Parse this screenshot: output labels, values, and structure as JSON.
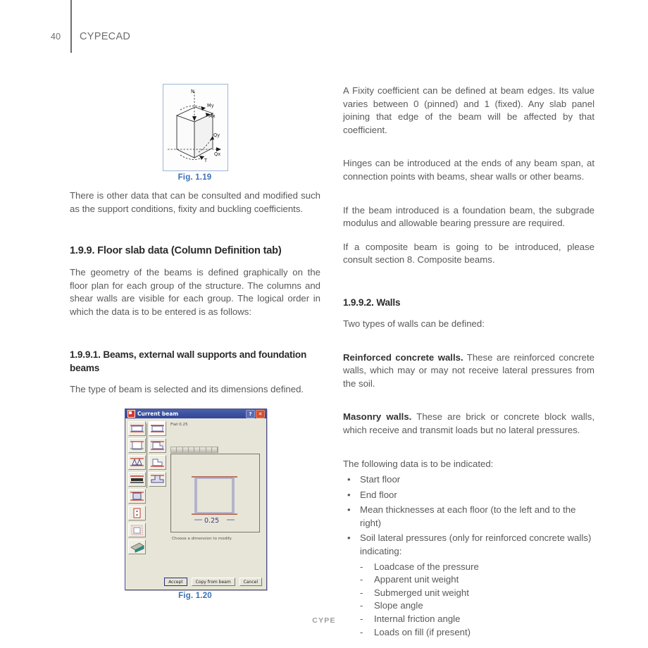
{
  "header": {
    "page_number": "40",
    "title": "CYPECAD"
  },
  "footer": {
    "brand": "CYPE"
  },
  "figures": {
    "fig19": {
      "caption": "Fig. 1.19",
      "labels": {
        "n": "N",
        "my": "My",
        "mx": "Mx",
        "qy": "Qy",
        "qx": "Qx",
        "t": "T"
      }
    },
    "fig20": {
      "caption": "Fig. 1.20"
    }
  },
  "left_column": {
    "para1": "There is other data that can be consulted and modified such as the support conditions, fixity and buckling coefficients.",
    "heading_199": "1.9.9. Floor slab data (Column Definition tab)",
    "para2": "The geometry of the beams is defined graphically on the floor plan for each group of the structure. The columns and shear walls are visible for each group. The logical order in which the data is to be entered is as follows:",
    "heading_1991": "1.9.9.1. Beams, external wall supports and foundation beams",
    "para3": "The type of beam is selected and its dimensions defined."
  },
  "right_column": {
    "para1": "A Fixity coefficient can be defined at beam edges. Its value varies between 0 (pinned) and 1 (fixed). Any slab panel joining that edge of the beam will be affected by that coefficient.",
    "para2": "Hinges can be introduced at the ends of any beam span, at connection points with beams, shear walls or other beams.",
    "para3": "If the beam introduced is a foundation beam, the subgrade modulus and allowable bearing pressure are required.",
    "para4": "If a composite beam is going to be introduced, please consult section 8. Composite beams.",
    "heading_1992": "1.9.9.2. Walls",
    "para5": "Two types of walls can be defined:",
    "rc_walls_lead": "Reinforced concrete walls.",
    "rc_walls_text": " These are reinforced concrete walls, which may or may not receive lateral pressures from the soil.",
    "masonry_lead": "Masonry walls.",
    "masonry_text": " These are brick or concrete block walls, which receive and transmit loads but no lateral pressures.",
    "para6": "The following data is to be indicated:",
    "bullets": [
      "Start floor",
      "End floor",
      "Mean thicknesses at each floor (to the left and to the right)",
      "Soil lateral pressures (only for reinforced concrete walls) indicating:"
    ],
    "sub_bullets": [
      "Loadcase of the pressure",
      "Apparent unit weight",
      "Submerged unit weight",
      "Slope angle",
      "Internal friction angle",
      "Loads on fill (if present)"
    ],
    "bullet_marker": "•",
    "dash_marker": "-"
  },
  "dialog": {
    "title": "Current beam",
    "help_button": "?",
    "close_button": "✕",
    "type_label": "Flat 0.25",
    "dimension_label": "0.25",
    "hint": "Choose a dimension to modify",
    "buttons": {
      "accept": "Accept",
      "copy_from_beam": "Copy from beam",
      "cancel": "Cancel"
    }
  },
  "colors": {
    "figure_caption": "#3b6fb6",
    "dialog_titlebar": "#3c51a0",
    "dialog_face": "#e7e5d8",
    "close_button": "#d4502f",
    "body_text": "#595959"
  }
}
